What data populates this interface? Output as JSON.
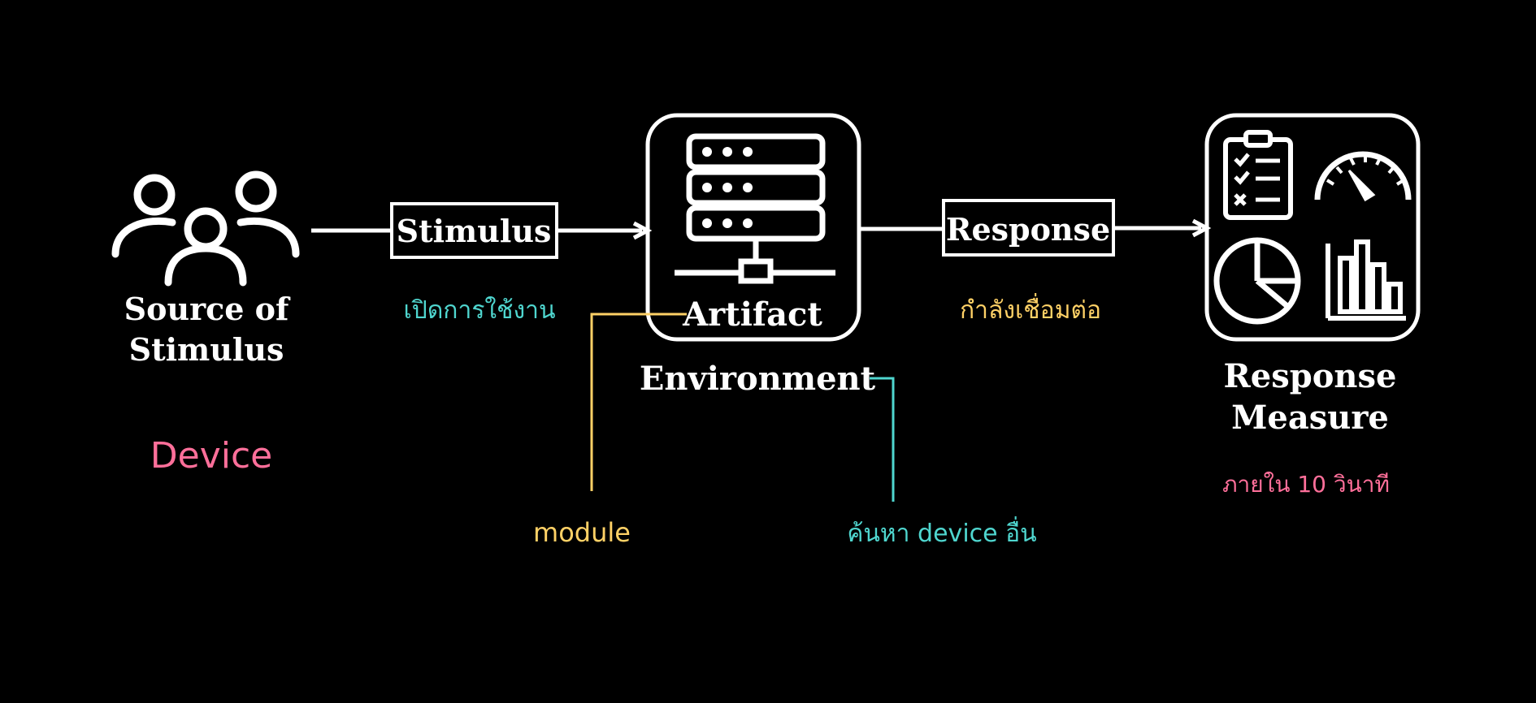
{
  "source": {
    "line1": "Source of",
    "line2": "Stimulus",
    "annotation": "Device"
  },
  "stimulus": {
    "label": "Stimulus",
    "annotation": "เปิดการใช้งาน"
  },
  "artifact": {
    "label": "Artifact",
    "annotation": "module"
  },
  "environment": {
    "label": "Environment",
    "annotation": "ค้นหา device อื่น"
  },
  "response": {
    "label": "Response",
    "annotation": "กำลังเชื่อมต่อ"
  },
  "response_measure": {
    "line1": "Response",
    "line2": "Measure",
    "annotation": "ภายใน 10 วินาที"
  },
  "colors": {
    "background": "#000000",
    "foreground": "#ffffff",
    "pink": "#ff6f9a",
    "teal": "#4fd6cf",
    "yellow": "#ffd166"
  },
  "icons": [
    "people-icon",
    "server-icon",
    "clipboard-icon",
    "gauge-icon",
    "pie-chart-icon",
    "bar-chart-icon"
  ]
}
